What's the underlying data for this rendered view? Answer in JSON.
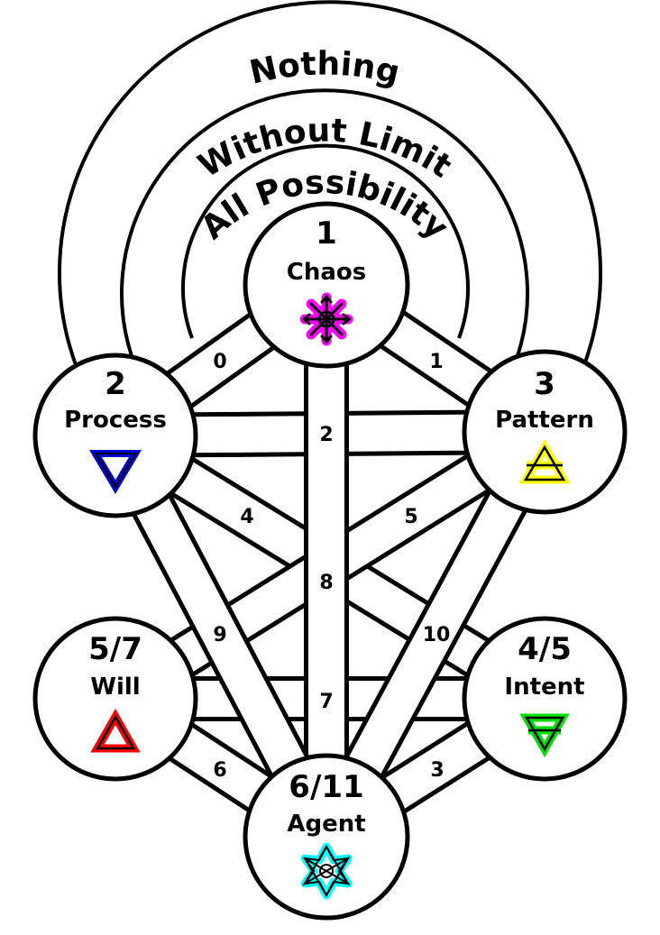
{
  "rings": [
    {
      "label": "Nothing"
    },
    {
      "label": "Without Limit"
    },
    {
      "label": "All Possibility"
    }
  ],
  "nodes": [
    {
      "id": "chaos",
      "number": "1",
      "name": "Chaos",
      "symbol": "chaos-star-icon",
      "color": "#ff00ff"
    },
    {
      "id": "process",
      "number": "2",
      "name": "Process",
      "symbol": "down-triangle-icon",
      "color": "#0000cc"
    },
    {
      "id": "pattern",
      "number": "3",
      "name": "Pattern",
      "symbol": "up-triangle-bar-icon",
      "color": "#ffff00"
    },
    {
      "id": "will",
      "number": "5/7",
      "name": "Will",
      "symbol": "up-triangle-icon",
      "color": "#ff0000"
    },
    {
      "id": "intent",
      "number": "4/5",
      "name": "Intent",
      "symbol": "down-triangle-bar-icon",
      "color": "#00dd00"
    },
    {
      "id": "agent",
      "number": "6/11",
      "name": "Agent",
      "symbol": "unicursal-hexagram-icon",
      "color": "#00ffff"
    }
  ],
  "paths": [
    {
      "label": "0",
      "from": "chaos",
      "to": "process"
    },
    {
      "label": "1",
      "from": "chaos",
      "to": "pattern"
    },
    {
      "label": "2",
      "from": "process",
      "to": "pattern"
    },
    {
      "label": "3",
      "from": "intent",
      "to": "agent"
    },
    {
      "label": "4",
      "from": "process",
      "to": "intent"
    },
    {
      "label": "5",
      "from": "pattern",
      "to": "will"
    },
    {
      "label": "6",
      "from": "will",
      "to": "agent"
    },
    {
      "label": "7",
      "from": "will",
      "to": "intent"
    },
    {
      "label": "8",
      "from": "chaos",
      "to": "agent"
    },
    {
      "label": "9",
      "from": "process",
      "to": "agent"
    },
    {
      "label": "10",
      "from": "pattern",
      "to": "agent"
    }
  ]
}
